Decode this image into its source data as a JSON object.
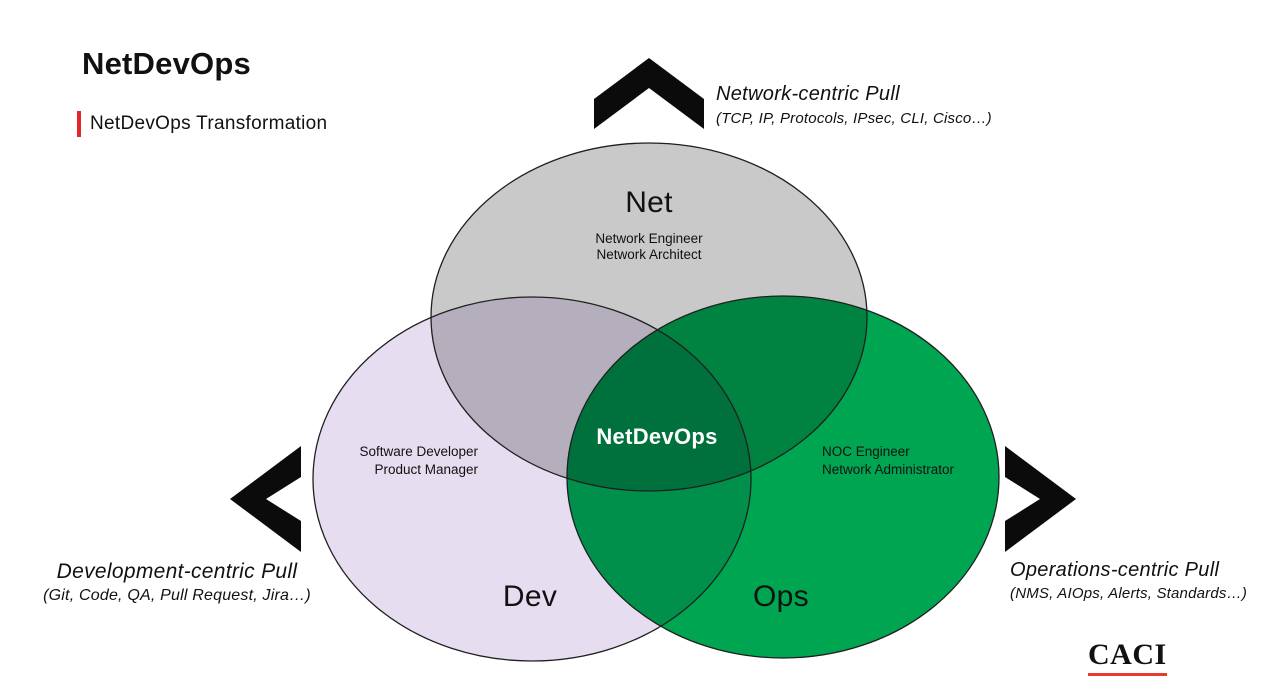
{
  "header": {
    "title": "NetDevOps",
    "subtitle": "NetDevOps Transformation",
    "accent_color": "#e3262b"
  },
  "pulls": {
    "network": {
      "heading": "Network-centric Pull",
      "detail": "(TCP, IP, Protocols, IPsec, CLI, Cisco…)"
    },
    "development": {
      "heading": "Development-centric Pull",
      "detail": "(Git, Code, QA, Pull Request, Jira…)"
    },
    "operations": {
      "heading": "Operations-centric Pull",
      "detail": "(NMS, AIOps, Alerts, Standards…)"
    }
  },
  "venn": {
    "net": {
      "label": "Net",
      "role1": "Network Engineer",
      "role2": "Network Architect",
      "color": "#c9c9c9"
    },
    "dev": {
      "label": "Dev",
      "role1": "Software Developer",
      "role2": "Product Manager",
      "color": "#e6def0"
    },
    "ops": {
      "label": "Ops",
      "role1": "NOC Engineer",
      "role2": "Network Administrator",
      "color": "#00a551"
    },
    "center_label": "NetDevOps",
    "outline_color": "#1f1f1f"
  },
  "chevron_color": "#0b0b0b",
  "logo": {
    "text": "CACI",
    "underline_color": "#e8392f"
  }
}
